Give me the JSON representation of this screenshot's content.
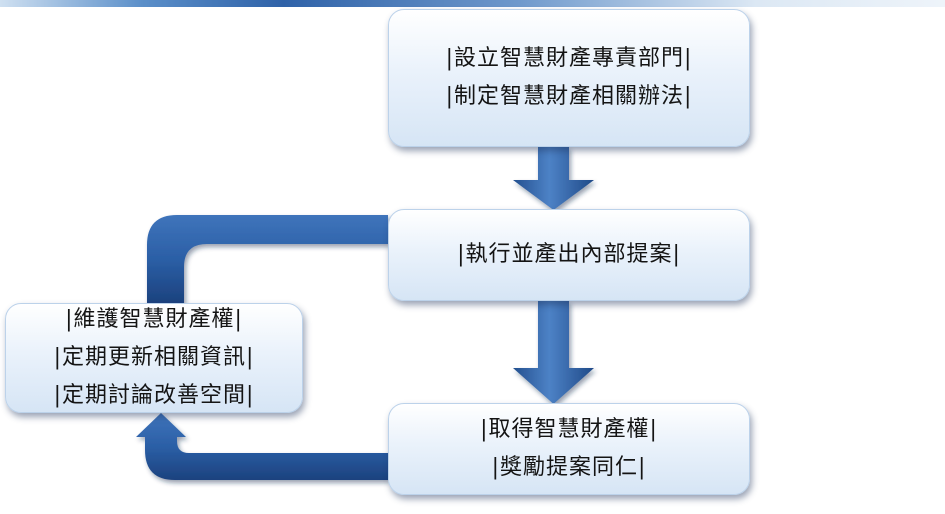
{
  "colors": {
    "box_fill": "#e3eef9",
    "arrow_fill": "#2f62a8",
    "arrow_dark": "#1c3f78",
    "text": "#141414"
  },
  "boxes": [
    {
      "id": "setup",
      "lines": [
        "|設立智慧財產專責部門|",
        "|制定智慧財產相關辦法|"
      ]
    },
    {
      "id": "exec",
      "lines": [
        "|執行並產出內部提案|"
      ]
    },
    {
      "id": "obtain",
      "lines": [
        "|取得智慧財產權|",
        "|獎勵提案同仁|"
      ]
    },
    {
      "id": "maint",
      "lines": [
        "|維護智慧財產權|",
        "|定期更新相關資訊|",
        "|定期討論改善空間|"
      ]
    }
  ],
  "flow": [
    [
      "setup",
      "exec"
    ],
    [
      "exec",
      "obtain"
    ],
    [
      "obtain",
      "maint"
    ],
    [
      "maint",
      "exec"
    ]
  ]
}
